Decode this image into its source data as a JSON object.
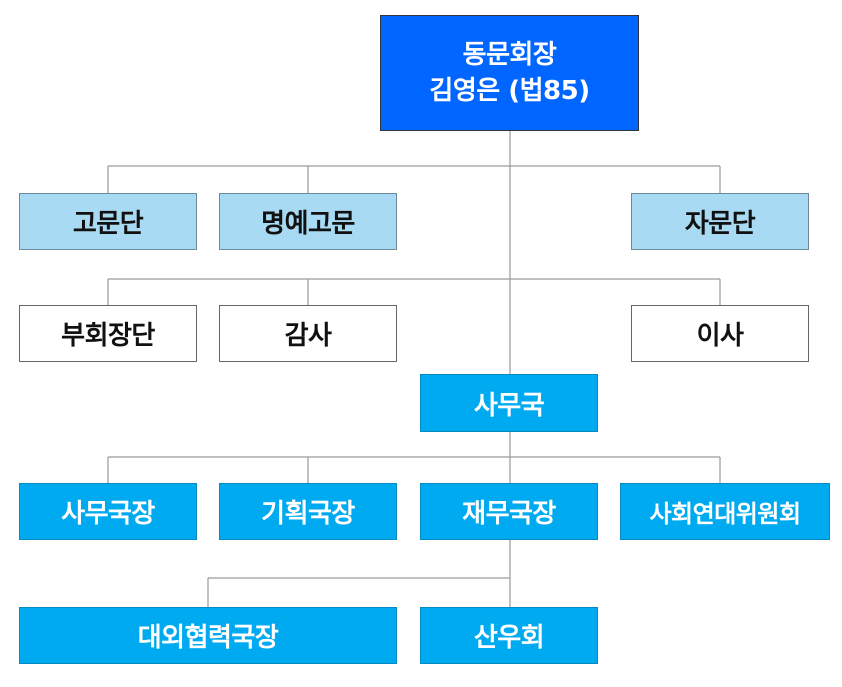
{
  "root": {
    "line1": "동문회장",
    "line2": "김영은 (법85)"
  },
  "advisory": {
    "advisors": "고문단",
    "honorary_advisors": "명예고문",
    "consultants": "자문단"
  },
  "officers": {
    "vice_presidents": "부회장단",
    "auditor": "감사",
    "directors": "이사"
  },
  "secretariat": "사무국",
  "departments": {
    "general_affairs": "사무국장",
    "planning": "기획국장",
    "finance": "재무국장",
    "social_solidarity": "사회연대위원회"
  },
  "sub_units": {
    "external_cooperation": "대외협력국장",
    "hiking_club": "산우회"
  },
  "colors": {
    "root": "#0066ff",
    "advisory": "#a8daf4",
    "department": "#00aaf0",
    "line": "#9a9a9a"
  }
}
